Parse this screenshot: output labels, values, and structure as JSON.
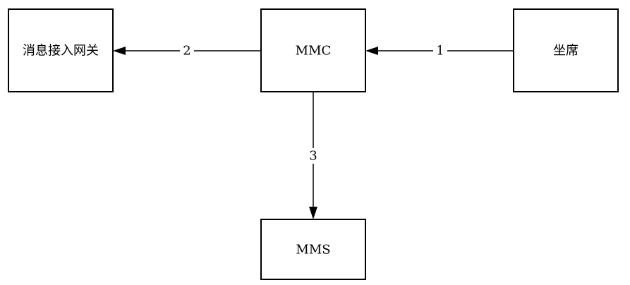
{
  "nodes": {
    "gateway": {
      "label": "消息接入网关"
    },
    "mmc": {
      "label": "MMC"
    },
    "seat": {
      "label": "坐席"
    },
    "mms": {
      "label": "MMS"
    }
  },
  "edges": [
    {
      "from": "seat",
      "to": "mmc",
      "label": "1"
    },
    {
      "from": "mmc",
      "to": "gateway",
      "label": "2"
    },
    {
      "from": "mmc",
      "to": "mms",
      "label": "3"
    }
  ],
  "colors": {
    "stroke": "#000000",
    "background": "#ffffff"
  }
}
